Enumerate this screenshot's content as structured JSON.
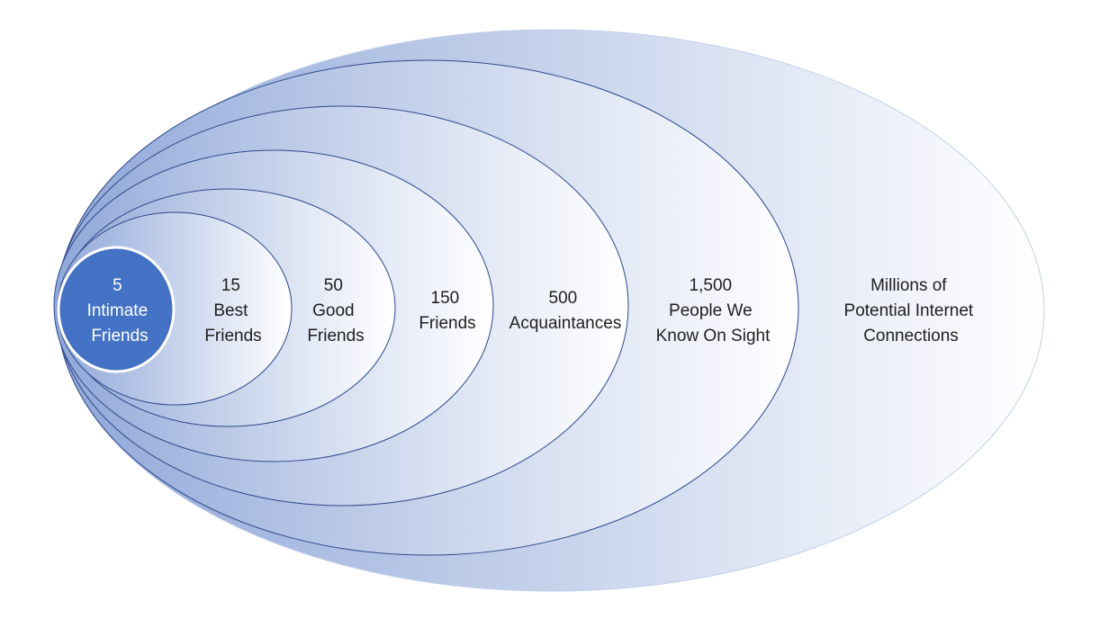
{
  "colors": {
    "ring_outline": "#2e4a8a",
    "ring_dark": "#8ea6d8",
    "ring_light": "#ffffff",
    "core_fill": "#4472c4",
    "core_stroke": "#ffffff"
  },
  "rings": [
    {
      "id": "internet",
      "lines": [
        "Millions of",
        "Potential Internet",
        "Connections"
      ]
    },
    {
      "id": "sight",
      "lines": [
        "1,500",
        "People We",
        "Know On Sight"
      ]
    },
    {
      "id": "acquaintances",
      "lines": [
        "500",
        "Acquaintances"
      ]
    },
    {
      "id": "friends",
      "lines": [
        "150",
        "Friends"
      ]
    },
    {
      "id": "good",
      "lines": [
        "50",
        "Good",
        "Friends"
      ]
    },
    {
      "id": "best",
      "lines": [
        "15",
        "Best",
        "Friends"
      ]
    },
    {
      "id": "intimate",
      "lines": [
        "5",
        "Intimate",
        "Friends"
      ]
    }
  ]
}
